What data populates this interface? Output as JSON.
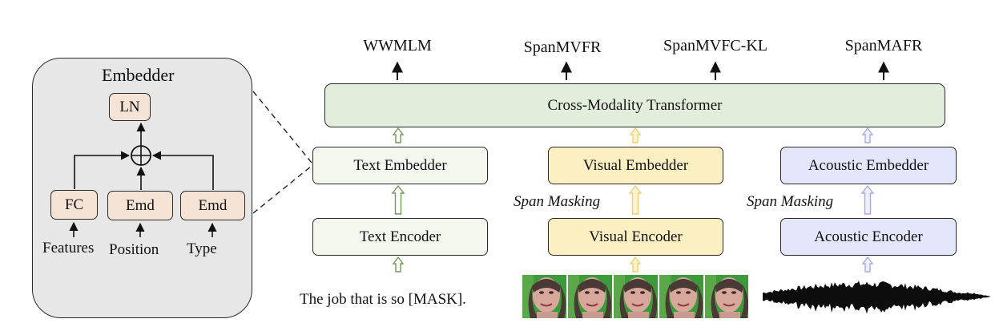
{
  "embedder_panel": {
    "title": "Embedder",
    "ln": "LN",
    "fc": "FC",
    "emd_position": "Emd",
    "emd_type": "Emd",
    "input_features": "Features",
    "input_position": "Position",
    "input_type": "Type"
  },
  "outputs": {
    "wwmlm": "WWMLM",
    "span_mvfr": "SpanMVFR",
    "span_mvfc_kl": "SpanMVFC-KL",
    "span_mafr": "SpanMAFR"
  },
  "transformer": {
    "label": "Cross-Modality Transformer"
  },
  "text": {
    "embedder": "Text Embedder",
    "encoder": "Text Encoder",
    "input": "The job that is so [MASK]."
  },
  "visual": {
    "embedder": "Visual Embedder",
    "encoder": "Visual Encoder",
    "span_masking": "Span Masking"
  },
  "acoustic": {
    "embedder": "Acoustic Embedder",
    "encoder": "Acoustic Encoder",
    "span_masking": "Span Masking"
  },
  "colors": {
    "transformer_fill": "#e2eedb",
    "text_fill": "#f3f7ee",
    "visual_fill": "#fcefc2",
    "acoustic_fill": "#e4e6fb",
    "embedder_panel_fill": "#e8e7e8",
    "embedder_box_fill": "#f5e3d6",
    "text_arrow": "#6e9a55",
    "visual_arrow": "#f0cf75",
    "acoustic_arrow": "#a8abe6"
  }
}
